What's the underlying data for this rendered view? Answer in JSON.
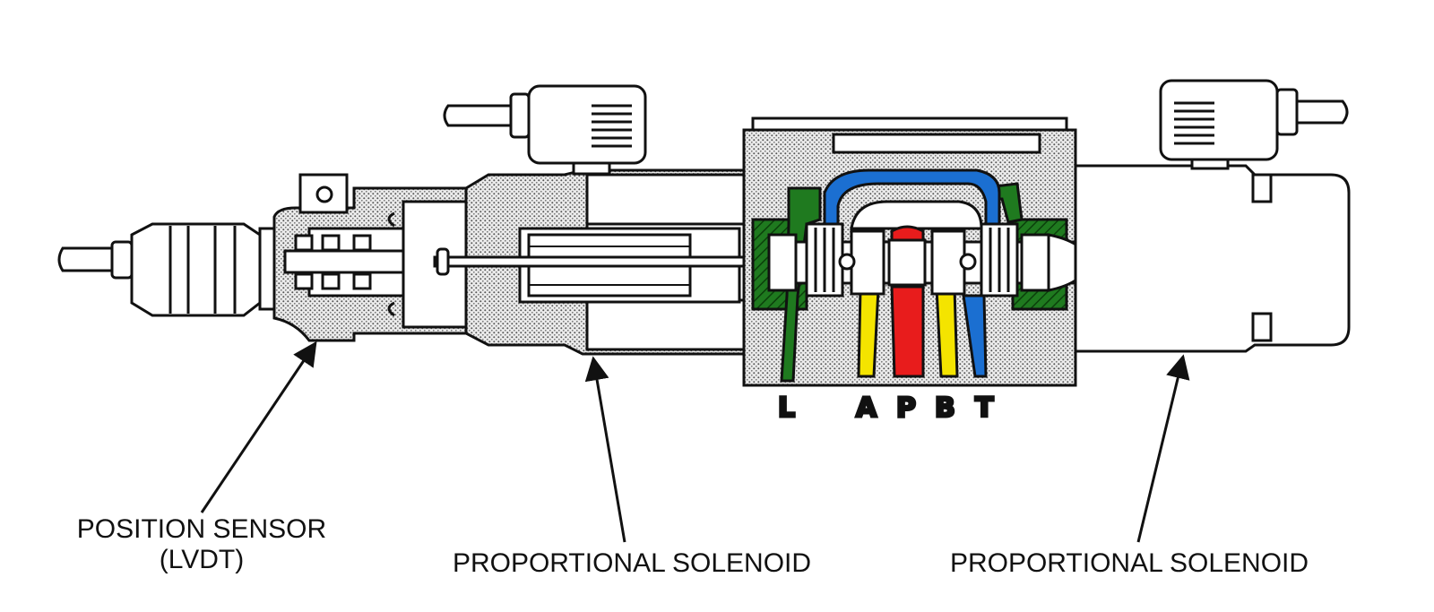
{
  "ports": {
    "l": "L",
    "a": "A",
    "p": "P",
    "b": "B",
    "t": "T"
  },
  "labels": {
    "position_sensor_line1": "POSITION SENSOR",
    "position_sensor_line2": "(LVDT)",
    "solenoid_left": "PROPORTIONAL SOLENOID",
    "solenoid_right": "PROPORTIONAL SOLENOID"
  },
  "colors": {
    "line": "#111111",
    "body_fill": "#d2d2d2",
    "tank_channel": "#1b6fd1",
    "pressure_channel": "#e81c1c",
    "work_port_channel": "#f4e400",
    "leak_channel": "#1f7a1f",
    "background": "#ffffff"
  }
}
